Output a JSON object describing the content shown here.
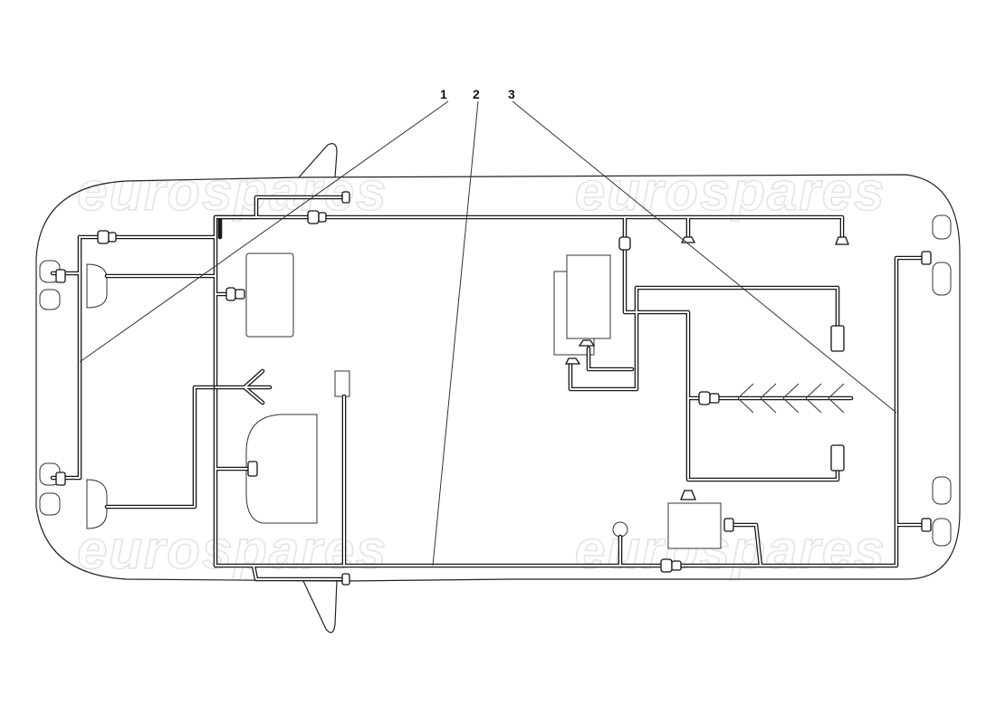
{
  "callouts": [
    {
      "id": "1",
      "label": "1"
    },
    {
      "id": "2",
      "label": "2"
    },
    {
      "id": "3",
      "label": "3"
    }
  ],
  "watermark": {
    "text": "eurospares"
  },
  "colors": {
    "line": "#1a1a1a",
    "watermark_stroke": "#e4e4e4",
    "background": "#ffffff"
  }
}
